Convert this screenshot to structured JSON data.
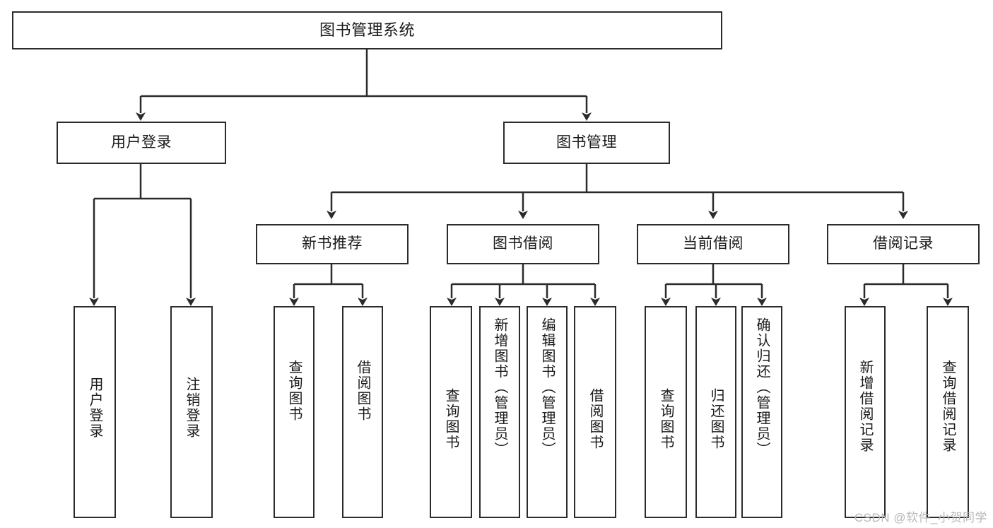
{
  "diagram": {
    "type": "tree-hierarchy-chart",
    "title": "图书管理系统",
    "colors": {
      "border": "#2b2b2b",
      "fill": "#ffffff",
      "text": "#1a1a1a",
      "edge": "#2b2b2b",
      "watermark": "#b9b9b9"
    },
    "root": {
      "label": "图书管理系统"
    },
    "level2": [
      {
        "label": "用户登录"
      },
      {
        "label": "图书管理"
      }
    ],
    "level3": [
      {
        "label": "新书推荐"
      },
      {
        "label": "图书借阅"
      },
      {
        "label": "当前借阅"
      },
      {
        "label": "借阅记录"
      }
    ],
    "leaves": {
      "user_login": [
        {
          "label": "用户登录"
        },
        {
          "label": "注销登录"
        }
      ],
      "new_book_recommend": [
        {
          "label": "查询图书"
        },
        {
          "label": "借阅图书"
        }
      ],
      "book_borrow": [
        {
          "label": "查询图书"
        },
        {
          "label": "新增图书（管理员）"
        },
        {
          "label": "编辑图书（管理员）"
        },
        {
          "label": "借阅图书"
        }
      ],
      "current_borrow": [
        {
          "label": "查询图书"
        },
        {
          "label": "归还图书"
        },
        {
          "label": "确认归还（管理员）"
        }
      ],
      "borrow_record": [
        {
          "label": "新增借阅记录"
        },
        {
          "label": "查询借阅记录"
        }
      ]
    }
  },
  "watermark": {
    "text": "CSDN @软件_小贺同学"
  }
}
